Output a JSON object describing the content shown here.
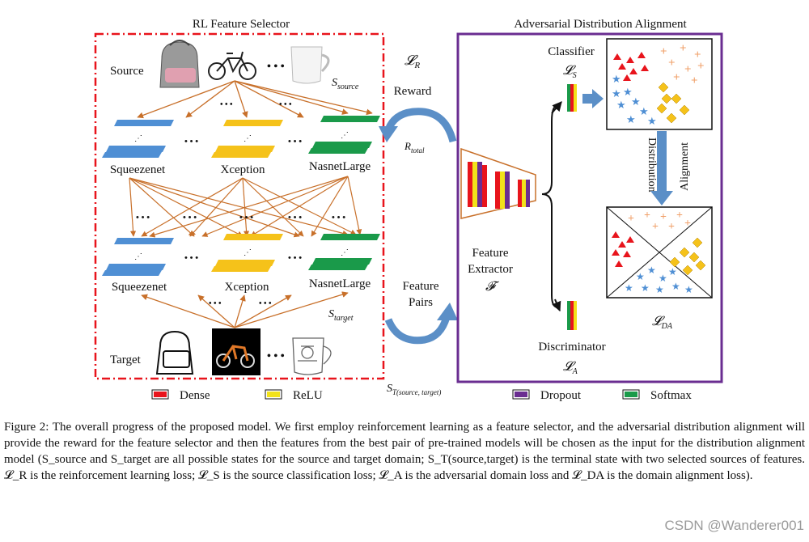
{
  "rl_panel": {
    "title": "RL  Feature Selector",
    "source_label": "Source",
    "target_label": "Target",
    "s_source": "S",
    "s_source_sub": "source",
    "s_target": "S",
    "s_target_sub": "target",
    "ellipsis": "• • •",
    "top_models": [
      "Squeezenet",
      "Xception",
      "NasnetLarge"
    ],
    "bottom_models": [
      "Squeezenet",
      "Xception",
      "NasnetLarge"
    ]
  },
  "middle": {
    "loss_r": "𝓛",
    "loss_r_sub": "R",
    "reward": "Reward",
    "r_total": "R",
    "r_total_sub": "total",
    "feature_pairs_line1": "Feature",
    "feature_pairs_line2": "Pairs",
    "terminal_state": "S",
    "terminal_state_sub": "T(source, target)"
  },
  "ada_panel": {
    "title": "Adversarial Distribution Alignment",
    "classifier": "Classifier",
    "classifier_loss": "𝓛",
    "classifier_loss_sub": "S",
    "feature_extractor_1": "Feature",
    "feature_extractor_2": "Extractor",
    "feature_extractor_sym": "𝓕",
    "discriminator": "Discriminator",
    "discriminator_loss": "𝓛",
    "discriminator_loss_sub": "A",
    "distribution": "Distribution",
    "alignment": "Alignment",
    "loss_da": "𝓛",
    "loss_da_sub": "DA"
  },
  "legend": [
    {
      "label": "Dense",
      "color": "#e8141c"
    },
    {
      "label": "ReLU",
      "color": "#f2e21a"
    },
    {
      "label": "Dropout",
      "color": "#6a2d91"
    },
    {
      "label": "Softmax",
      "color": "#1a9a4a"
    }
  ],
  "colors": {
    "squeezenet": "#4f8fd4",
    "xception": "#f5c21a",
    "nasnet": "#1a9a4a",
    "arrow": "#c8702a",
    "rl_border": "#e8141c",
    "ada_border": "#6a2d91",
    "cycle_arrow": "#5b8fc7"
  },
  "caption": "Figure 2: The overall progress of the proposed model. We first employ reinforcement learning as a feature selector, and the adversarial distribution alignment will provide the reward for the feature selector and then the features from the best pair of pre-trained models will be chosen as the input for the distribution alignment model (S_source and S_target are all possible states for the source and target domain; S_T(source,target) is the terminal state with two selected sources of features. 𝓛_R is the reinforcement learning loss; 𝓛_S is the source classification loss; 𝓛_A is the adversarial domain loss and 𝓛_DA is the domain alignment loss).",
  "watermark": "CSDN @Wanderer001"
}
